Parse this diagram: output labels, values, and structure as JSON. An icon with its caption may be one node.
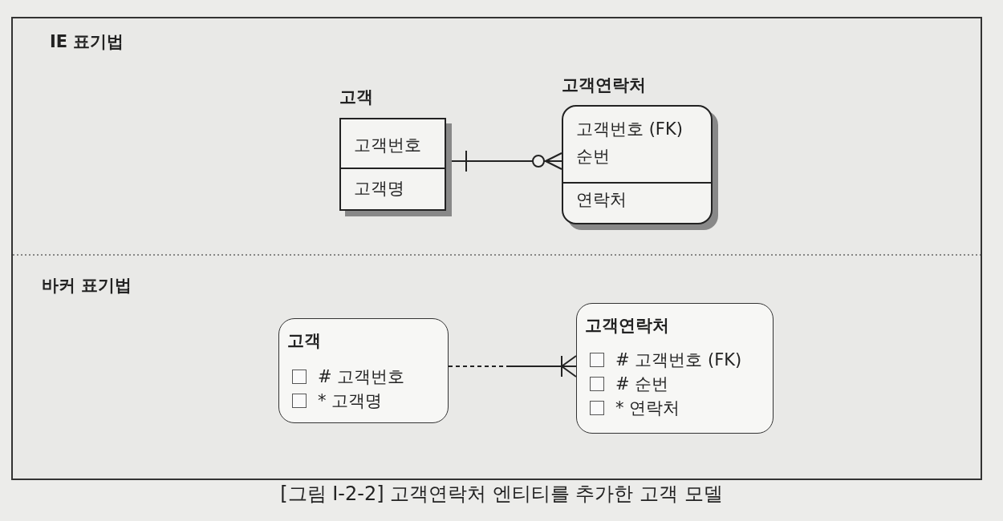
{
  "diagram": {
    "caption": "[그림 Ⅰ-2-2] 고객연락처 엔티티를 추가한 고객 모델",
    "nodes": [
      {
        "text": [
          "고객",
          "고객번호",
          "고객명"
        ]
      },
      {
        "text": [
          "고객연락처",
          "고객번호 (FK)",
          "순번",
          "연락처"
        ]
      },
      {
        "text": [
          "고객",
          "# 고객번호",
          "* 고객명"
        ]
      },
      {
        "text": [
          "고객연락처",
          "# 고객번호 (FK)",
          "# 순번",
          "* 연락처"
        ]
      }
    ],
    "edges": [
      {
        "from": 0,
        "to": 1,
        "arrow": "other"
      },
      {
        "from": 2,
        "to": 3,
        "arrow": "other",
        "style": "dashed"
      }
    ],
    "labels": [
      "IE 표기법",
      "바커 표기법"
    ]
  }
}
